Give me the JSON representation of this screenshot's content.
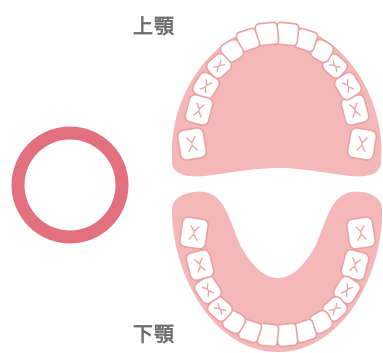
{
  "labels": {
    "upper_jaw": "上顎",
    "lower_jaw": "下顎"
  },
  "colors": {
    "gum": "#f4b8b8",
    "gum_line": "#e89a9a",
    "tooth": "#ffffff",
    "tooth_outline": "#e9a1a1",
    "ring": "#e2707e",
    "label": "#6b6b6b"
  },
  "teeth": {
    "upper_count": 14,
    "lower_count": 14
  }
}
